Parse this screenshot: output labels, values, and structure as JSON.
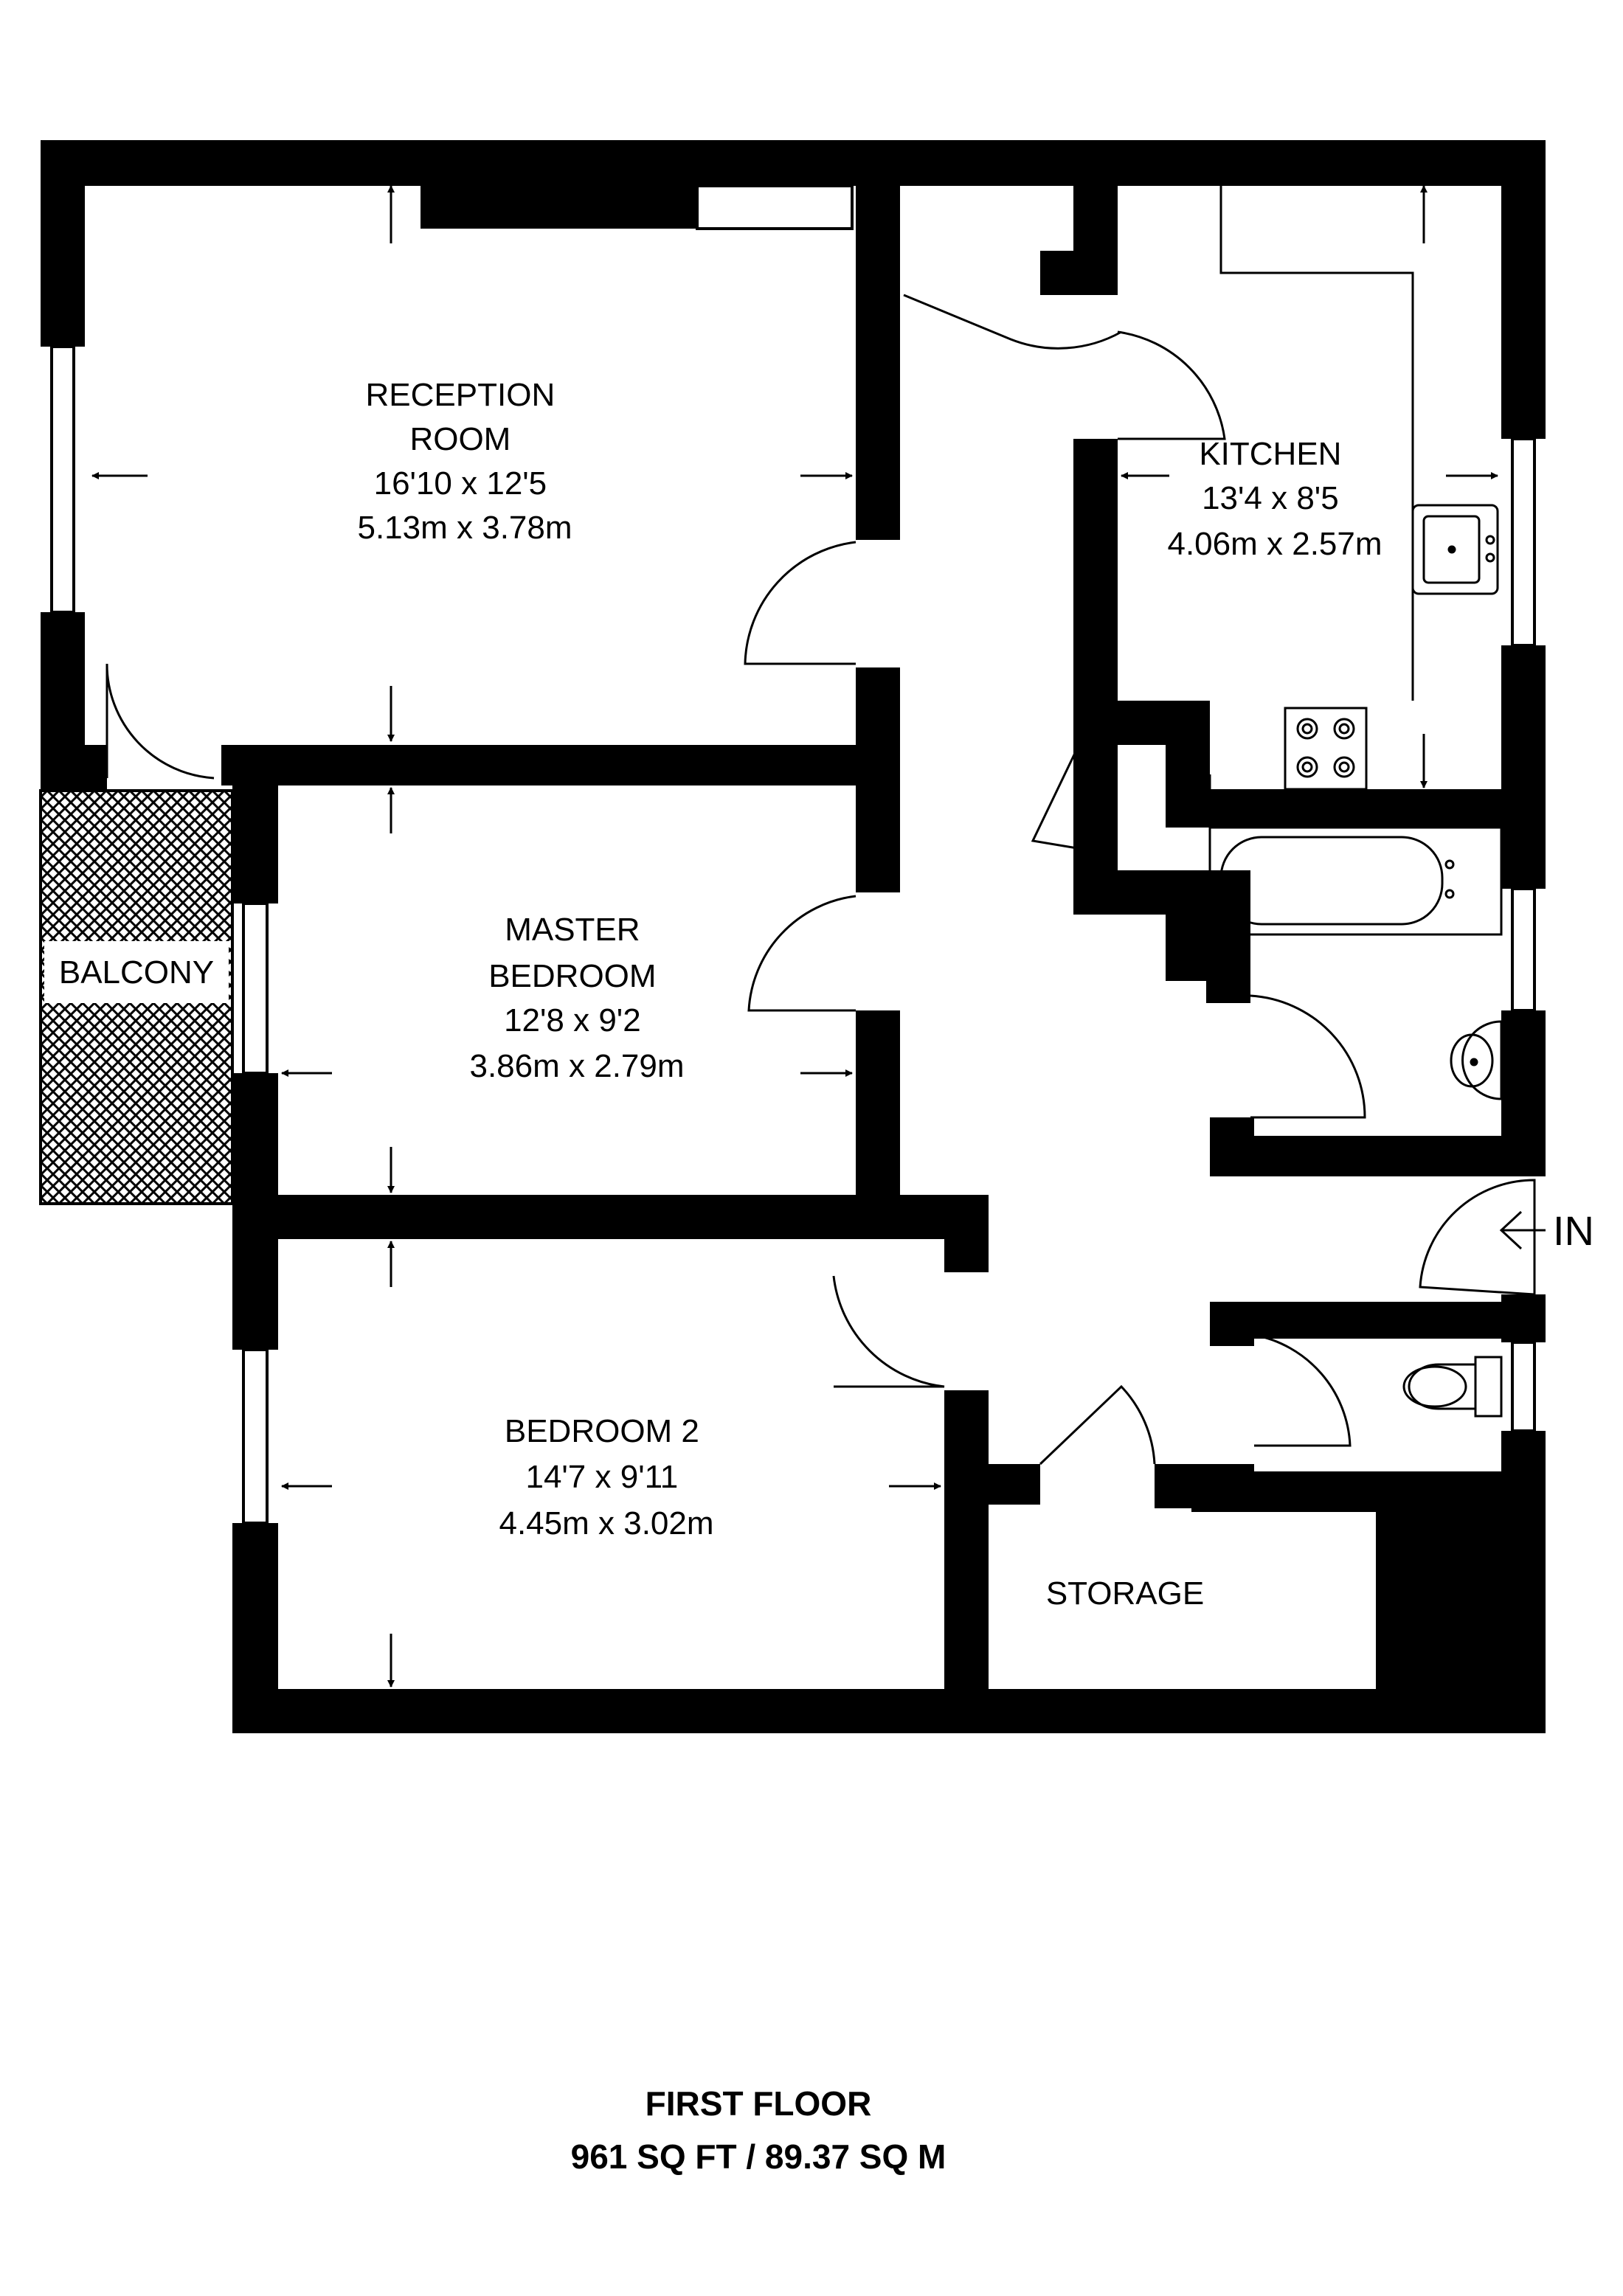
{
  "colors": {
    "wall": "#000000",
    "background": "#ffffff"
  },
  "rooms": [
    {
      "id": "reception",
      "lines": [
        "RECEPTION",
        "ROOM",
        "16'10 x 12'5",
        "5.13m x 3.78m"
      ]
    },
    {
      "id": "kitchen",
      "lines": [
        "KITCHEN",
        "13'4 x 8'5",
        "4.06m x 2.57m"
      ]
    },
    {
      "id": "master",
      "lines": [
        "MASTER",
        "BEDROOM",
        "12'8 x 9'2",
        "3.86m x 2.79m"
      ]
    },
    {
      "id": "bedroom2",
      "lines": [
        "BEDROOM 2",
        "14'7 x 9'11",
        "4.45m x 3.02m"
      ]
    },
    {
      "id": "storage",
      "lines": [
        "STORAGE"
      ]
    }
  ],
  "balcony_label": "BALCONY",
  "entrance_label": "IN",
  "footer": {
    "floor": "FIRST FLOOR",
    "area": "961 SQ FT / 89.37 SQ M"
  },
  "icons": [
    "dimension-arrow-icon",
    "door-swing-icon",
    "window-icon",
    "bathtub-icon",
    "washbasin-icon",
    "toilet-icon",
    "kitchen-sink-icon",
    "hob-icon",
    "entrance-arrow-icon",
    "balcony-hatch-icon"
  ]
}
